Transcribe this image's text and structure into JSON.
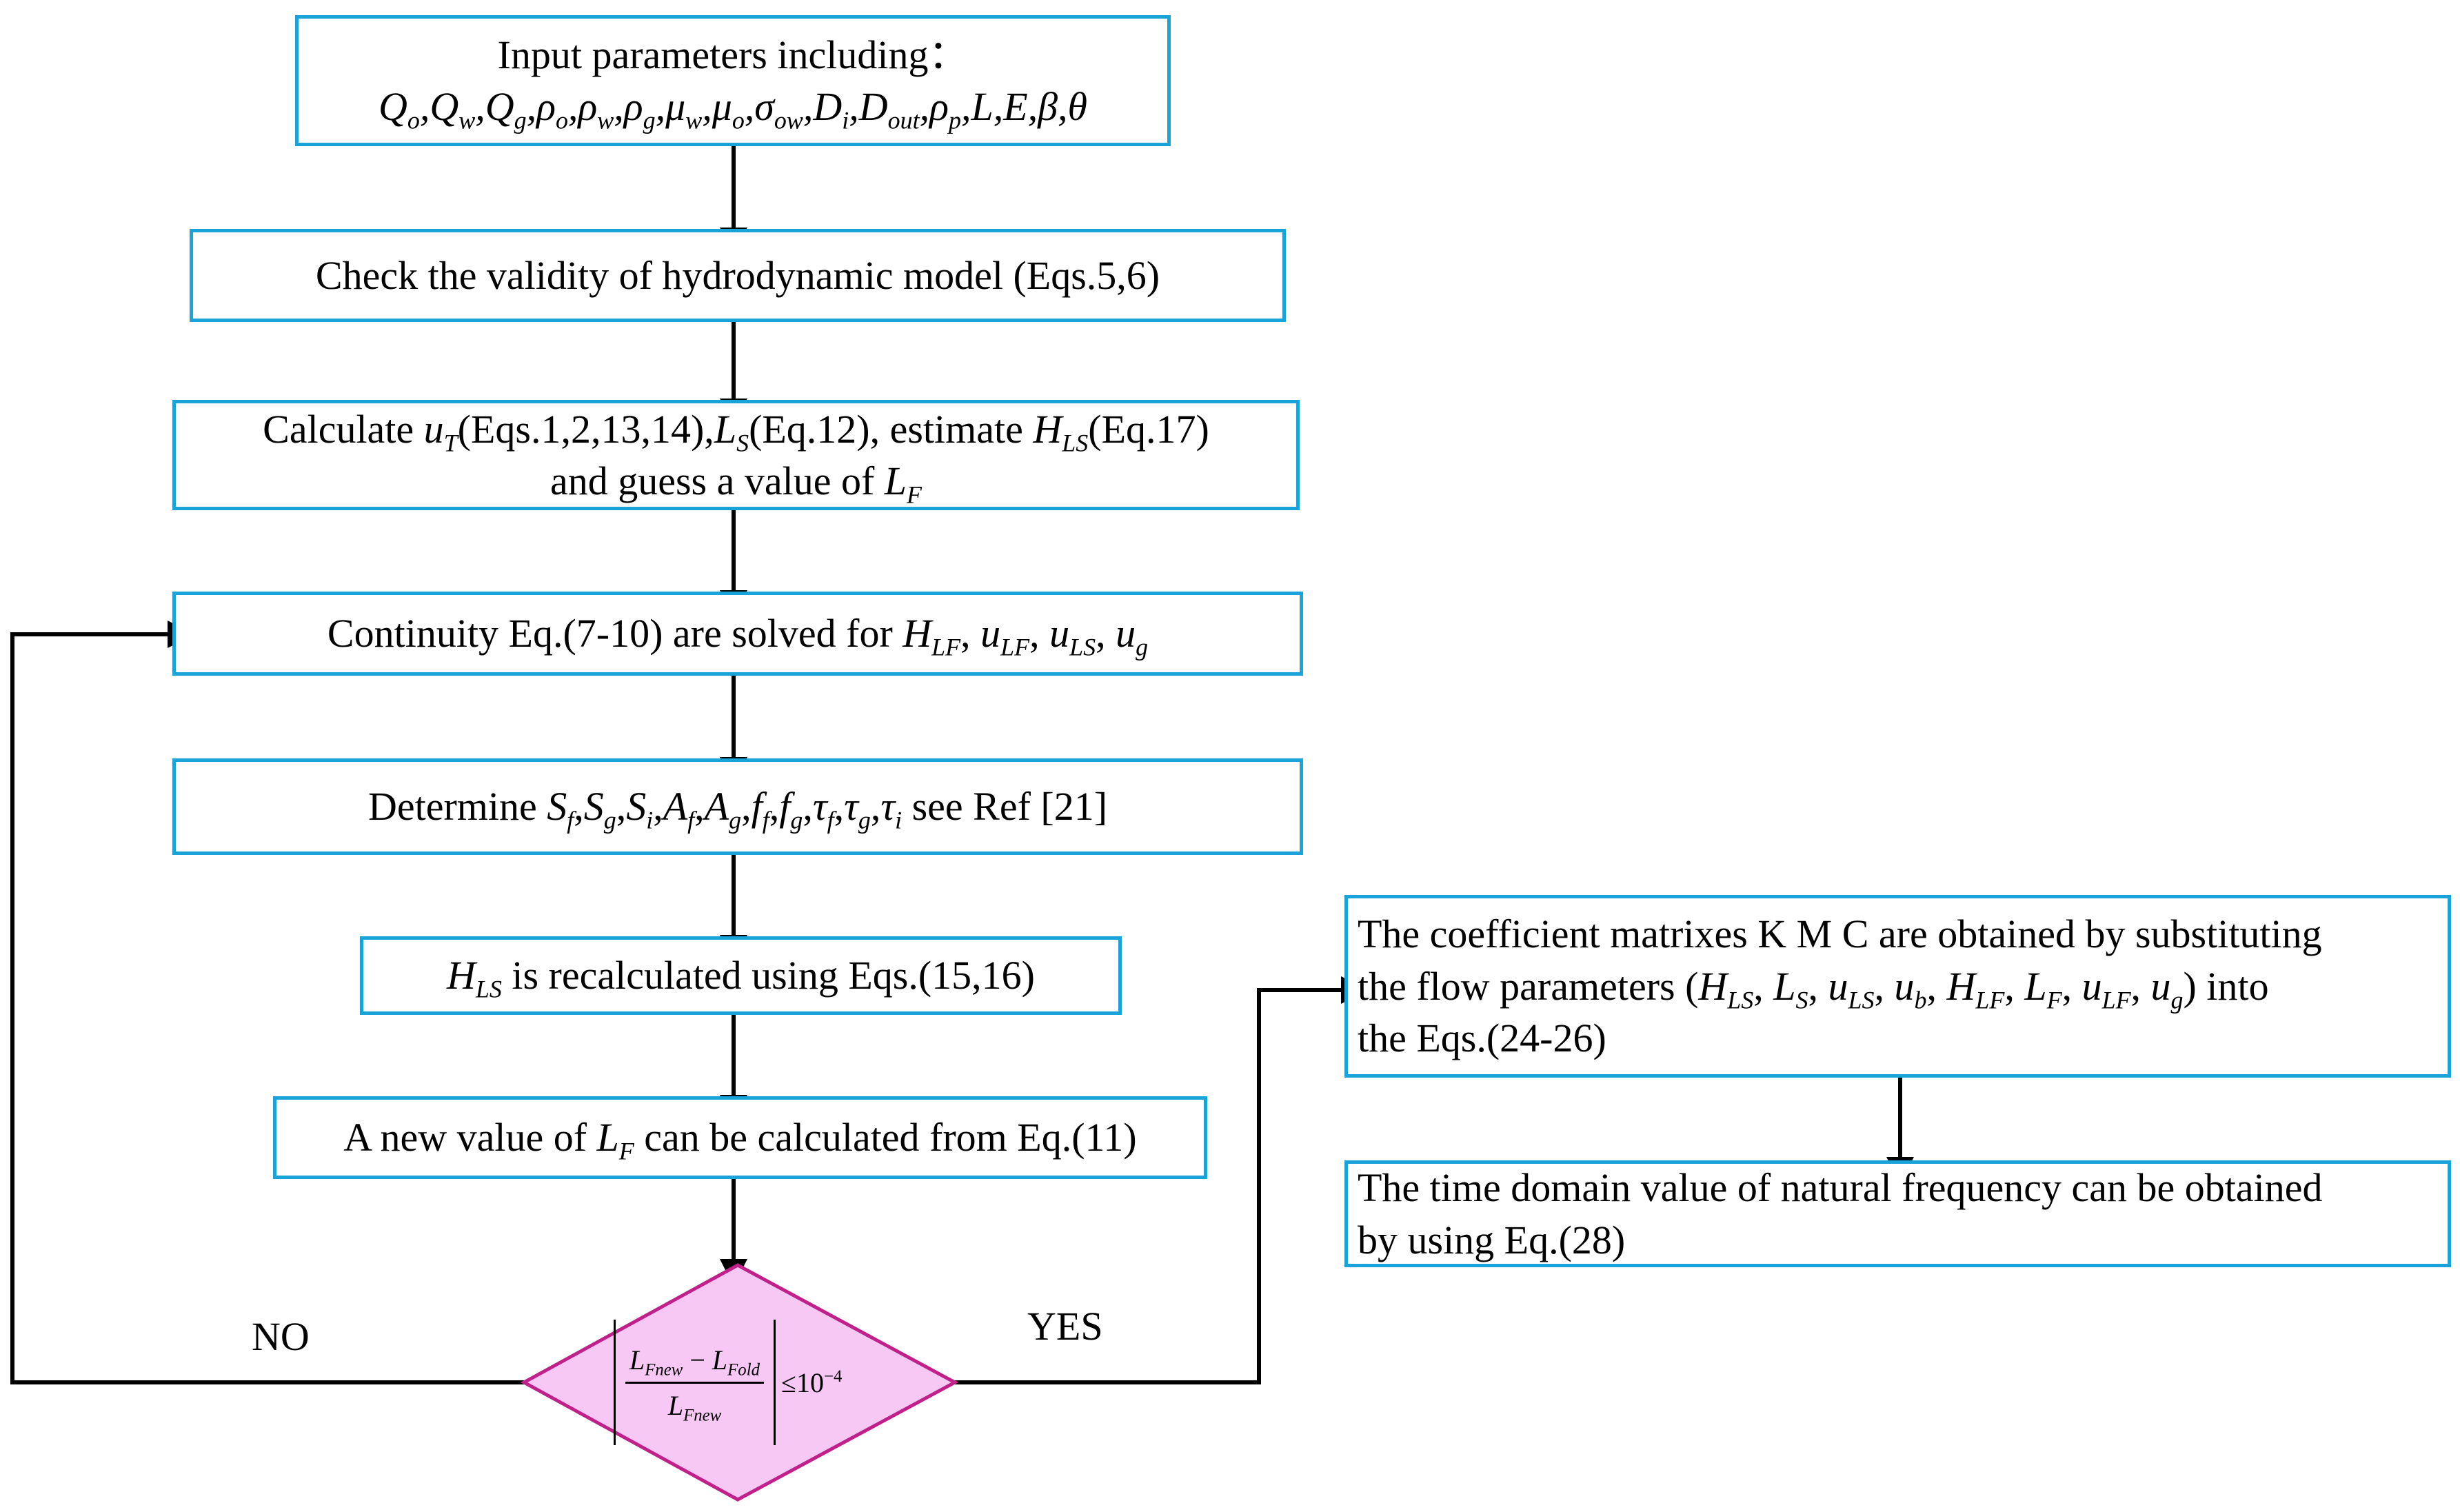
{
  "colors": {
    "box_border": "#1aa3d9",
    "decision_fill": "#f8c8f5",
    "decision_border": "#c0208a",
    "arrow": "#000000"
  },
  "boxes": {
    "input": {
      "line1": "Input parameters including：",
      "params": [
        {
          "sym": "Q",
          "sub": "o"
        },
        {
          "sym": "Q",
          "sub": "w"
        },
        {
          "sym": "Q",
          "sub": "g"
        },
        {
          "sym": "ρ",
          "sub": "o"
        },
        {
          "sym": "ρ",
          "sub": "w"
        },
        {
          "sym": "ρ",
          "sub": "g"
        },
        {
          "sym": "μ",
          "sub": "w"
        },
        {
          "sym": "μ",
          "sub": "o"
        },
        {
          "sym": "σ",
          "sub": "ow"
        },
        {
          "sym": "D",
          "sub": "i"
        },
        {
          "sym": "D",
          "sub": "out"
        },
        {
          "sym": "ρ",
          "sub": "p"
        },
        {
          "sym": "L",
          "sub": ""
        },
        {
          "sym": "E",
          "sub": ""
        },
        {
          "sym": "β",
          "sub": ""
        },
        {
          "sym": "θ",
          "sub": ""
        }
      ]
    },
    "check": {
      "text": "Check the validity of hydrodynamic model (Eqs.5,6)"
    },
    "calculate": {
      "t1": "Calculate ",
      "s1": "u",
      "s1sub": "T",
      "t2": "(Eqs.1,2,13,14),",
      "s2": "L",
      "s2sub": "S",
      "t3": "(Eq.12), estimate ",
      "s3": "H",
      "s3sub": "LS",
      "t4": "(Eq.17)",
      "t5": "and guess a value of ",
      "s4": "L",
      "s4sub": "F"
    },
    "continuity": {
      "t1": "Continuity Eq.(7-10) are solved for  ",
      "vars": [
        {
          "sym": "H",
          "sub": "LF"
        },
        {
          "sym": "u",
          "sub": "LF"
        },
        {
          "sym": "u",
          "sub": "LS"
        },
        {
          "sym": "u",
          "sub": "g"
        }
      ]
    },
    "determine": {
      "t1": "Determine ",
      "vars": [
        {
          "sym": "S",
          "sub": "f"
        },
        {
          "sym": "S",
          "sub": "g"
        },
        {
          "sym": "S",
          "sub": "i"
        },
        {
          "sym": "A",
          "sub": "f"
        },
        {
          "sym": "A",
          "sub": "g"
        },
        {
          "sym": "f",
          "sub": "f"
        },
        {
          "sym": "f",
          "sub": "g"
        },
        {
          "sym": "τ",
          "sub": "f"
        },
        {
          "sym": "τ",
          "sub": "g"
        },
        {
          "sym": "τ",
          "sub": "i"
        }
      ],
      "t2": " see Ref [21]"
    },
    "recalc": {
      "s1": "H",
      "s1sub": "LS",
      "t1": " is recalculated using Eqs.(15,16)"
    },
    "newvalue": {
      "t1": "A new value of ",
      "s1": "L",
      "s1sub": "F",
      "t2": " can be calculated from Eq.(11)"
    },
    "coefficient": {
      "line1": "The coefficient matrixes K M C are obtained by substituting",
      "line2_t1": "the flow parameters (",
      "vars": [
        {
          "sym": "H",
          "sub": "LS"
        },
        {
          "sym": "L",
          "sub": "S"
        },
        {
          "sym": "u",
          "sub": "LS"
        },
        {
          "sym": "u",
          "sub": "b"
        },
        {
          "sym": "H",
          "sub": "LF"
        },
        {
          "sym": "L",
          "sub": "F"
        },
        {
          "sym": "u",
          "sub": "LF"
        },
        {
          "sym": "u",
          "sub": "g"
        }
      ],
      "line2_t2": ") into",
      "line3": "the  Eqs.(24-26)"
    },
    "timedomain": {
      "line1": "The time domain value of natural frequency can be obtained",
      "line2": "by using   Eq.(28)"
    }
  },
  "decision": {
    "num_a": "L",
    "num_a_sub": "Fnew",
    "minus": "−",
    "num_b": "L",
    "num_b_sub": "Fold",
    "den": "L",
    "den_sub": "Fnew",
    "rel": "≤10",
    "exp": "−4"
  },
  "labels": {
    "no": "NO",
    "yes": "YES"
  }
}
